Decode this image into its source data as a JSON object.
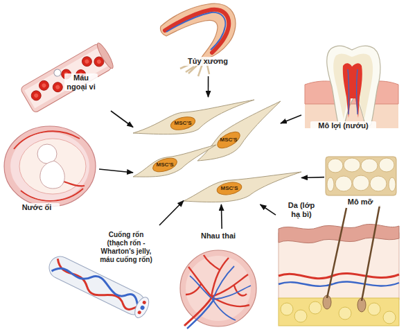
{
  "diagram": {
    "nodes": [
      {
        "text": [
          "Máu ngoại vi"
        ]
      },
      {
        "text": [
          "Tủy xương"
        ]
      },
      {
        "text": [
          "Mô lợi (nướu)"
        ]
      },
      {
        "text": [
          "MSC'S"
        ]
      },
      {
        "text": [
          "MSC'S"
        ]
      },
      {
        "text": [
          "MSC'S"
        ]
      },
      {
        "text": [
          "MSC'S"
        ]
      },
      {
        "text": [
          "Nước ối"
        ]
      },
      {
        "text": [
          "Mô mỡ"
        ]
      },
      {
        "text": [
          "Cuống rốn (thạch rốn - Wharton's jelly, máu cuống rốn)"
        ]
      },
      {
        "text": [
          "Nhau thai"
        ]
      },
      {
        "text": [
          "Da (lớp hạ bì)"
        ]
      }
    ],
    "edges": [
      {
        "from": 0,
        "to": 3,
        "arrow": "to"
      },
      {
        "from": 1,
        "to": 3,
        "arrow": "to"
      },
      {
        "from": 2,
        "to": 4,
        "arrow": "to"
      },
      {
        "from": 7,
        "to": 5,
        "arrow": "to"
      },
      {
        "from": 8,
        "to": 6,
        "arrow": "to"
      },
      {
        "from": 9,
        "to": 6,
        "arrow": "to"
      },
      {
        "from": 10,
        "to": 6,
        "arrow": "to"
      },
      {
        "from": 11,
        "to": 6,
        "arrow": "to"
      }
    ]
  }
}
